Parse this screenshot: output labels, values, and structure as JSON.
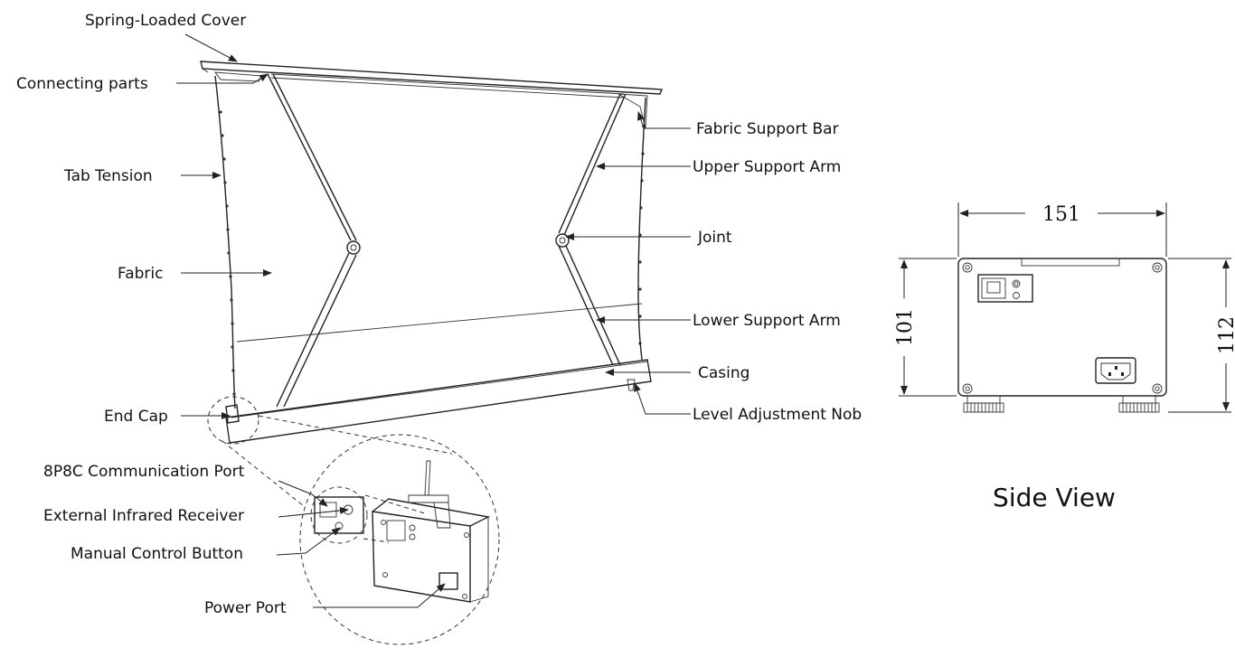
{
  "labels": {
    "spring_loaded_cover": "Spring-Loaded Cover",
    "connecting_parts": "Connecting parts",
    "tab_tension": "Tab Tension",
    "fabric": "Fabric",
    "end_cap": "End Cap",
    "fabric_support_bar": "Fabric Support Bar",
    "upper_support_arm": "Upper Support Arm",
    "joint": "Joint",
    "lower_support_arm": "Lower Support Arm",
    "casing": "Casing",
    "level_adjustment_nob": "Level Adjustment Nob",
    "communication_port": "8P8C Communication Port",
    "infrared_receiver": "External Infrared Receiver",
    "manual_control_button": "Manual Control Button",
    "power_port": "Power Port"
  },
  "side_view": {
    "title": "Side View",
    "width_dim": "151",
    "height_dim_left": "101",
    "height_dim_right": "112"
  }
}
